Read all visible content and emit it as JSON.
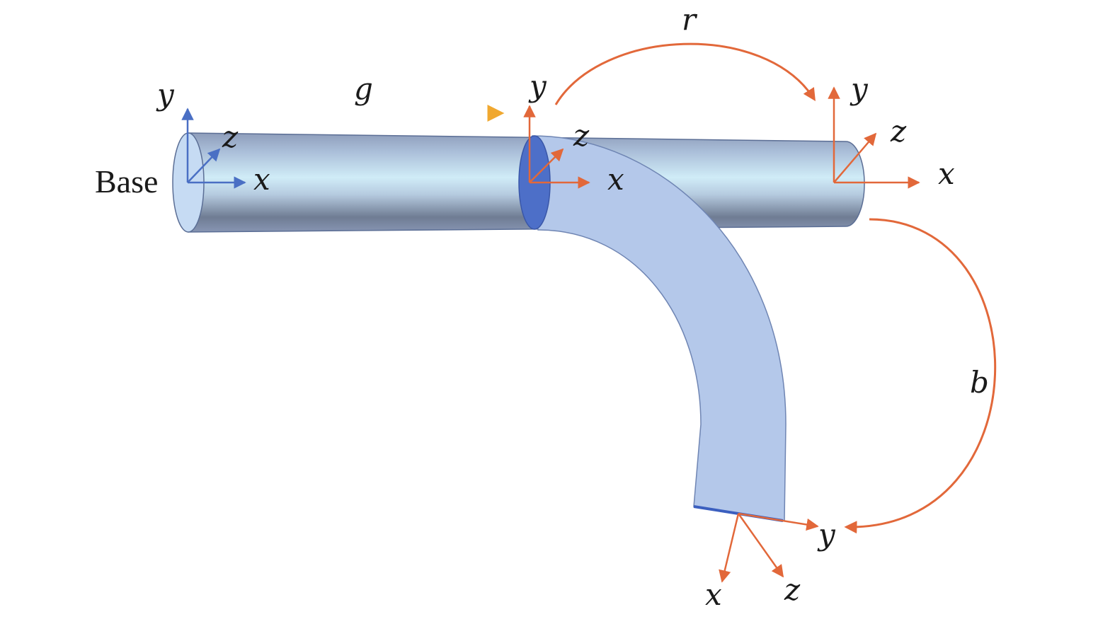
{
  "labels": {
    "base": "Base",
    "g": "g",
    "r": "r",
    "b": "b"
  },
  "frames": {
    "base": {
      "x": "x",
      "y": "y",
      "z": "z"
    },
    "mid": {
      "x": "x",
      "y": "y",
      "z": "z"
    },
    "end_straight": {
      "x": "x",
      "y": "y",
      "z": "z"
    },
    "end_bent": {
      "x": "x",
      "y": "y",
      "z": "z"
    }
  },
  "colors": {
    "base_frame": "#4a6fc4",
    "transform_frames": "#e2683a",
    "tube_light": "#c9e4f3",
    "tube_dark": "#7d8aa3",
    "bent_tube": "#b4c8ea",
    "cross_section": "#4d6fc8",
    "g_arrow_start": "#3b5fbf",
    "g_arrow_end": "#f0a830"
  }
}
